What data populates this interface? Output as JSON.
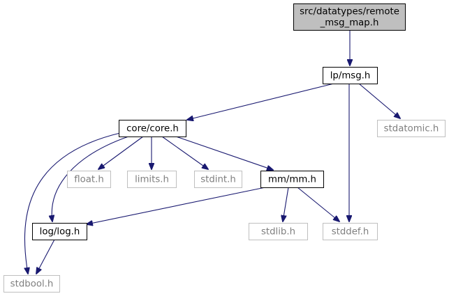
{
  "graph": {
    "colors": {
      "root_fill": "#bfbfbf",
      "root_border": "#000000",
      "doc_border": "#000000",
      "external_border": "#bfbfbf",
      "external_text": "#7f7f7f",
      "text": "#000000",
      "edge": "#191970"
    },
    "nodes": [
      {
        "id": "remote_msg_map",
        "lines": [
          "src/datatypes/remote",
          "_msg_map.h"
        ],
        "kind": "root"
      },
      {
        "id": "lp_msg",
        "lines": [
          "lp/msg.h"
        ],
        "kind": "documented"
      },
      {
        "id": "core_core",
        "lines": [
          "core/core.h"
        ],
        "kind": "documented"
      },
      {
        "id": "stdatomic",
        "lines": [
          "stdatomic.h"
        ],
        "kind": "external"
      },
      {
        "id": "float",
        "lines": [
          "float.h"
        ],
        "kind": "external"
      },
      {
        "id": "limits",
        "lines": [
          "limits.h"
        ],
        "kind": "external"
      },
      {
        "id": "stdint",
        "lines": [
          "stdint.h"
        ],
        "kind": "external"
      },
      {
        "id": "mm_mm",
        "lines": [
          "mm/mm.h"
        ],
        "kind": "documented"
      },
      {
        "id": "log_log",
        "lines": [
          "log/log.h"
        ],
        "kind": "documented"
      },
      {
        "id": "stdlib",
        "lines": [
          "stdlib.h"
        ],
        "kind": "external"
      },
      {
        "id": "stddef",
        "lines": [
          "stddef.h"
        ],
        "kind": "external"
      },
      {
        "id": "stdbool",
        "lines": [
          "stdbool.h"
        ],
        "kind": "external"
      }
    ],
    "edges": [
      {
        "from": "remote_msg_map",
        "to": "lp_msg"
      },
      {
        "from": "lp_msg",
        "to": "core_core"
      },
      {
        "from": "lp_msg",
        "to": "stdatomic"
      },
      {
        "from": "lp_msg",
        "to": "stddef"
      },
      {
        "from": "core_core",
        "to": "float"
      },
      {
        "from": "core_core",
        "to": "limits"
      },
      {
        "from": "core_core",
        "to": "stdint"
      },
      {
        "from": "core_core",
        "to": "mm_mm"
      },
      {
        "from": "core_core",
        "to": "log_log"
      },
      {
        "from": "core_core",
        "to": "stdbool"
      },
      {
        "from": "mm_mm",
        "to": "log_log"
      },
      {
        "from": "mm_mm",
        "to": "stdlib"
      },
      {
        "from": "mm_mm",
        "to": "stddef"
      },
      {
        "from": "log_log",
        "to": "stdbool"
      }
    ]
  }
}
